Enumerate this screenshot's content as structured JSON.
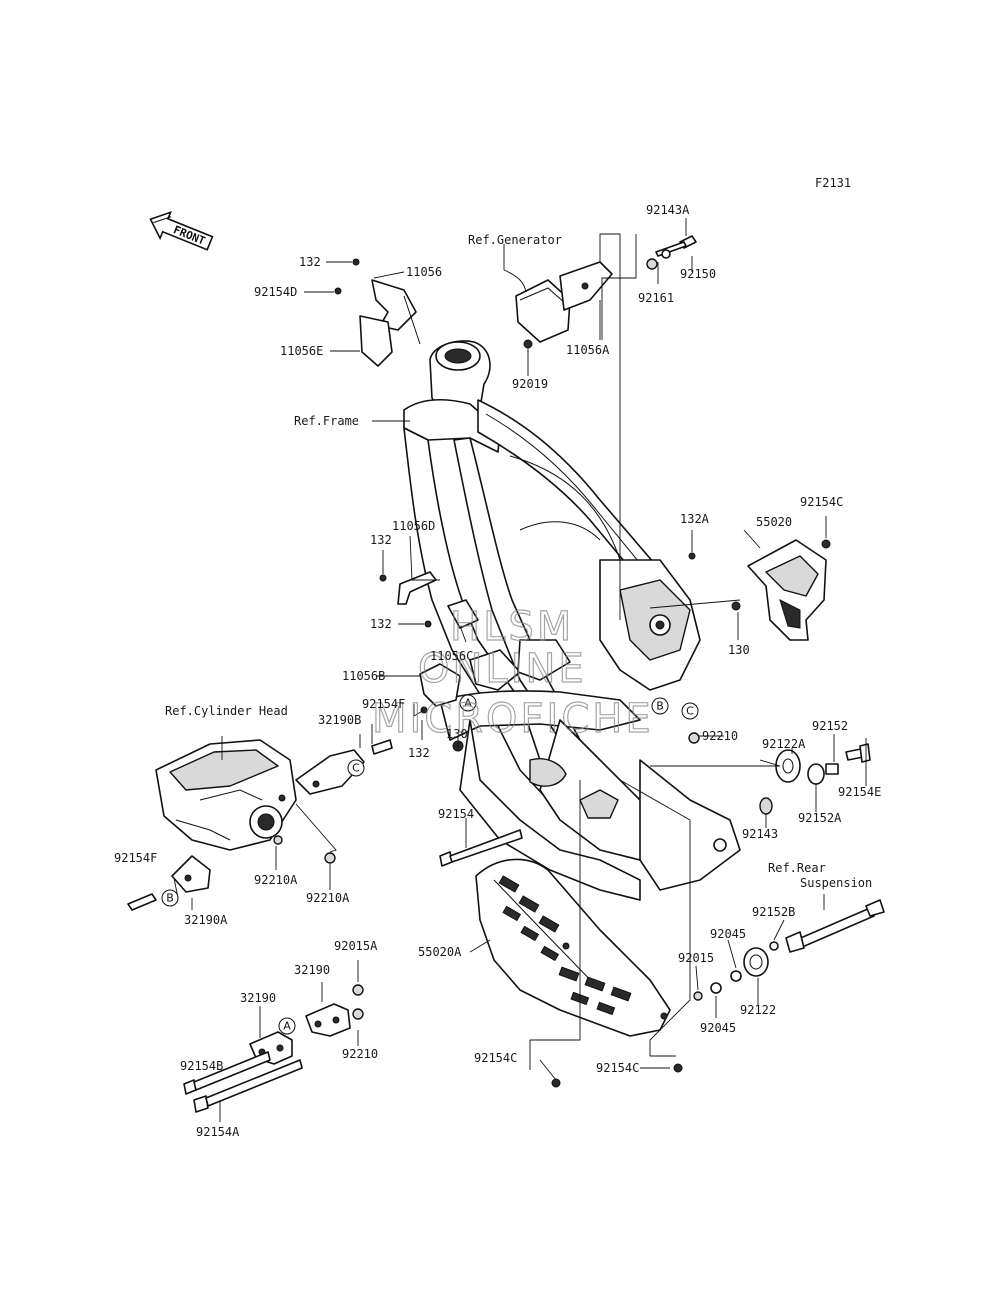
{
  "diagram_id": "F2131",
  "front_label": "FRONT",
  "refs": {
    "generator": "Ref.Generator",
    "frame": "Ref.Frame",
    "cylinder_head": "Ref.Cylinder Head",
    "rear_suspension_1": "Ref.Rear",
    "rear_suspension_2": "Suspension"
  },
  "watermark": [
    "HLSM",
    "ONLINE",
    "MICROFICHE"
  ],
  "markers": [
    "A",
    "B",
    "C"
  ],
  "parts": {
    "p132_top": "132",
    "p11056": "11056",
    "p92154D": "92154D",
    "p11056E": "11056E",
    "p92143A": "92143A",
    "p92150": "92150",
    "p92161": "92161",
    "p11056A": "11056A",
    "p92019": "92019",
    "p55020": "55020",
    "p92154C_top": "92154C",
    "p132A": "132A",
    "p130_right": "130",
    "p11056D": "11056D",
    "p132_mid": "132",
    "p132_low": "132",
    "p11056C": "11056C",
    "p11056B": "11056B",
    "p92154F_mid": "92154F",
    "p132_bottom": "132",
    "p130_left": "130",
    "p32190B": "32190B",
    "p92210_mid": "92210",
    "p92152": "92152",
    "p92122A": "92122A",
    "p92154E": "92154E",
    "p92152A": "92152A",
    "p92143": "92143",
    "p92154": "92154",
    "p92154F_left": "92154F",
    "p92210A_1": "92210A",
    "p92210A_2": "92210A",
    "p32190A": "32190A",
    "p92152B": "92152B",
    "p92045_top": "92045",
    "p92015": "92015",
    "p92122": "92122",
    "p92045_bottom": "92045",
    "p55020A": "55020A",
    "p92015A": "92015A",
    "p32190_right": "32190",
    "p32190_left": "32190",
    "p92210_bottom": "92210",
    "p92154B": "92154B",
    "p92154A": "92154A",
    "p92154C_left": "92154C",
    "p92154C_right": "92154C"
  }
}
